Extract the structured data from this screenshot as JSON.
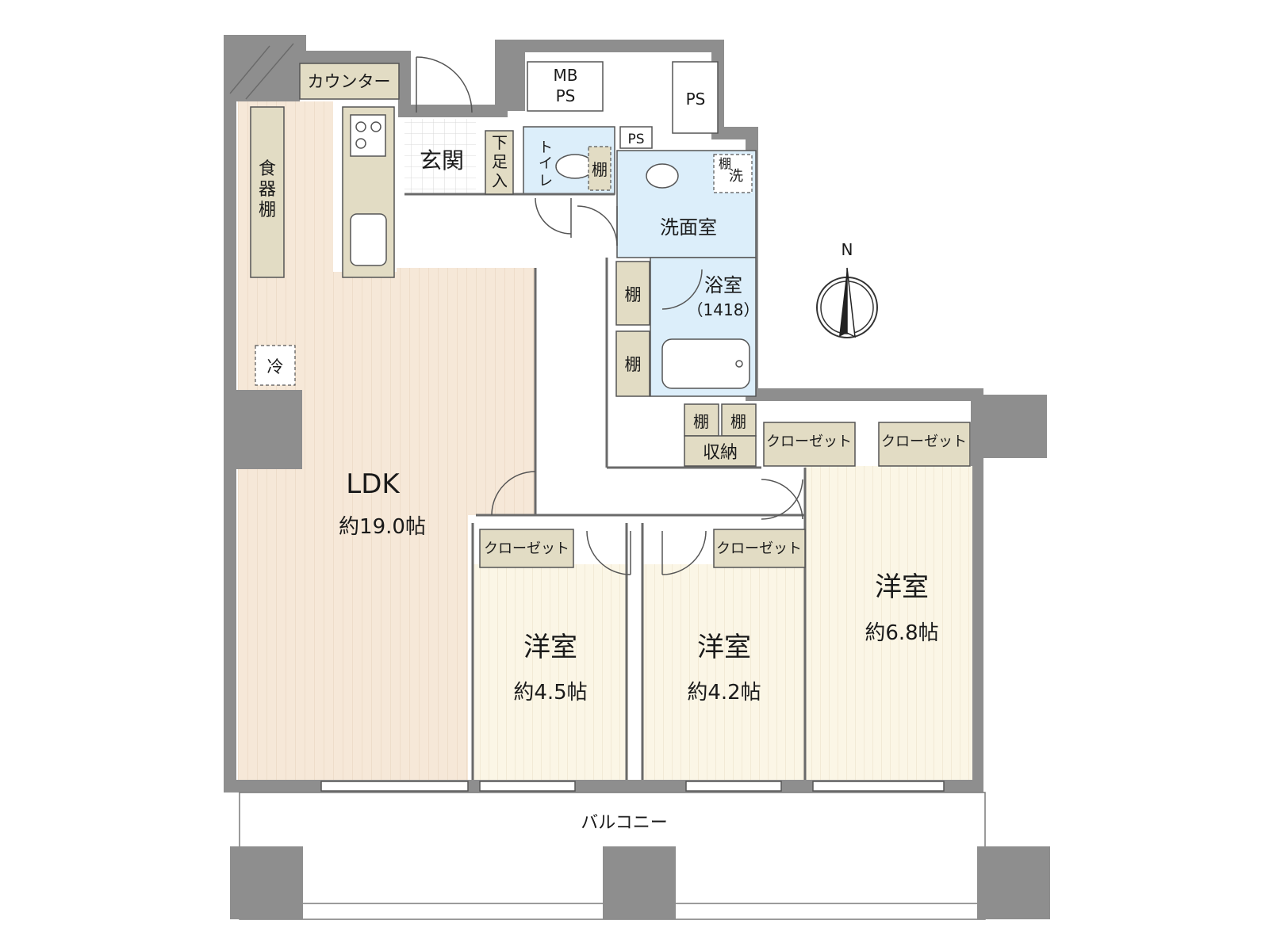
{
  "rooms": {
    "ldk": {
      "name": "LDK",
      "size": "約19.0帖"
    },
    "western_a": {
      "name": "洋室",
      "size": "約4.5帖"
    },
    "western_b": {
      "name": "洋室",
      "size": "約4.2帖"
    },
    "western_c": {
      "name": "洋室",
      "size": "約6.8帖"
    },
    "entrance": "玄関",
    "shoe_box": "下足入",
    "toilet": "トイレ",
    "washroom": "洗面室",
    "bathroom": "浴室",
    "bath_size": "（1418）",
    "storage": "収納",
    "balcony": "バルコニー"
  },
  "fixtures": {
    "counter": "カウンター",
    "dish_shelf": "食器棚",
    "fridge": "冷",
    "mb_ps": [
      "MB",
      "PS"
    ],
    "ps": "PS",
    "ps_small": "PS",
    "shelf": "棚",
    "washer": "洗",
    "closet": "クローゼット"
  },
  "compass": {
    "north": "N"
  },
  "colors": {
    "wall": "#8e8e8e",
    "ldk_floor": "#f6e8d8",
    "room_floor": "#fbf6e6",
    "wet_area": "#dceefa",
    "storage": "#e2dcc4",
    "pillar": "#8e8e8e"
  }
}
